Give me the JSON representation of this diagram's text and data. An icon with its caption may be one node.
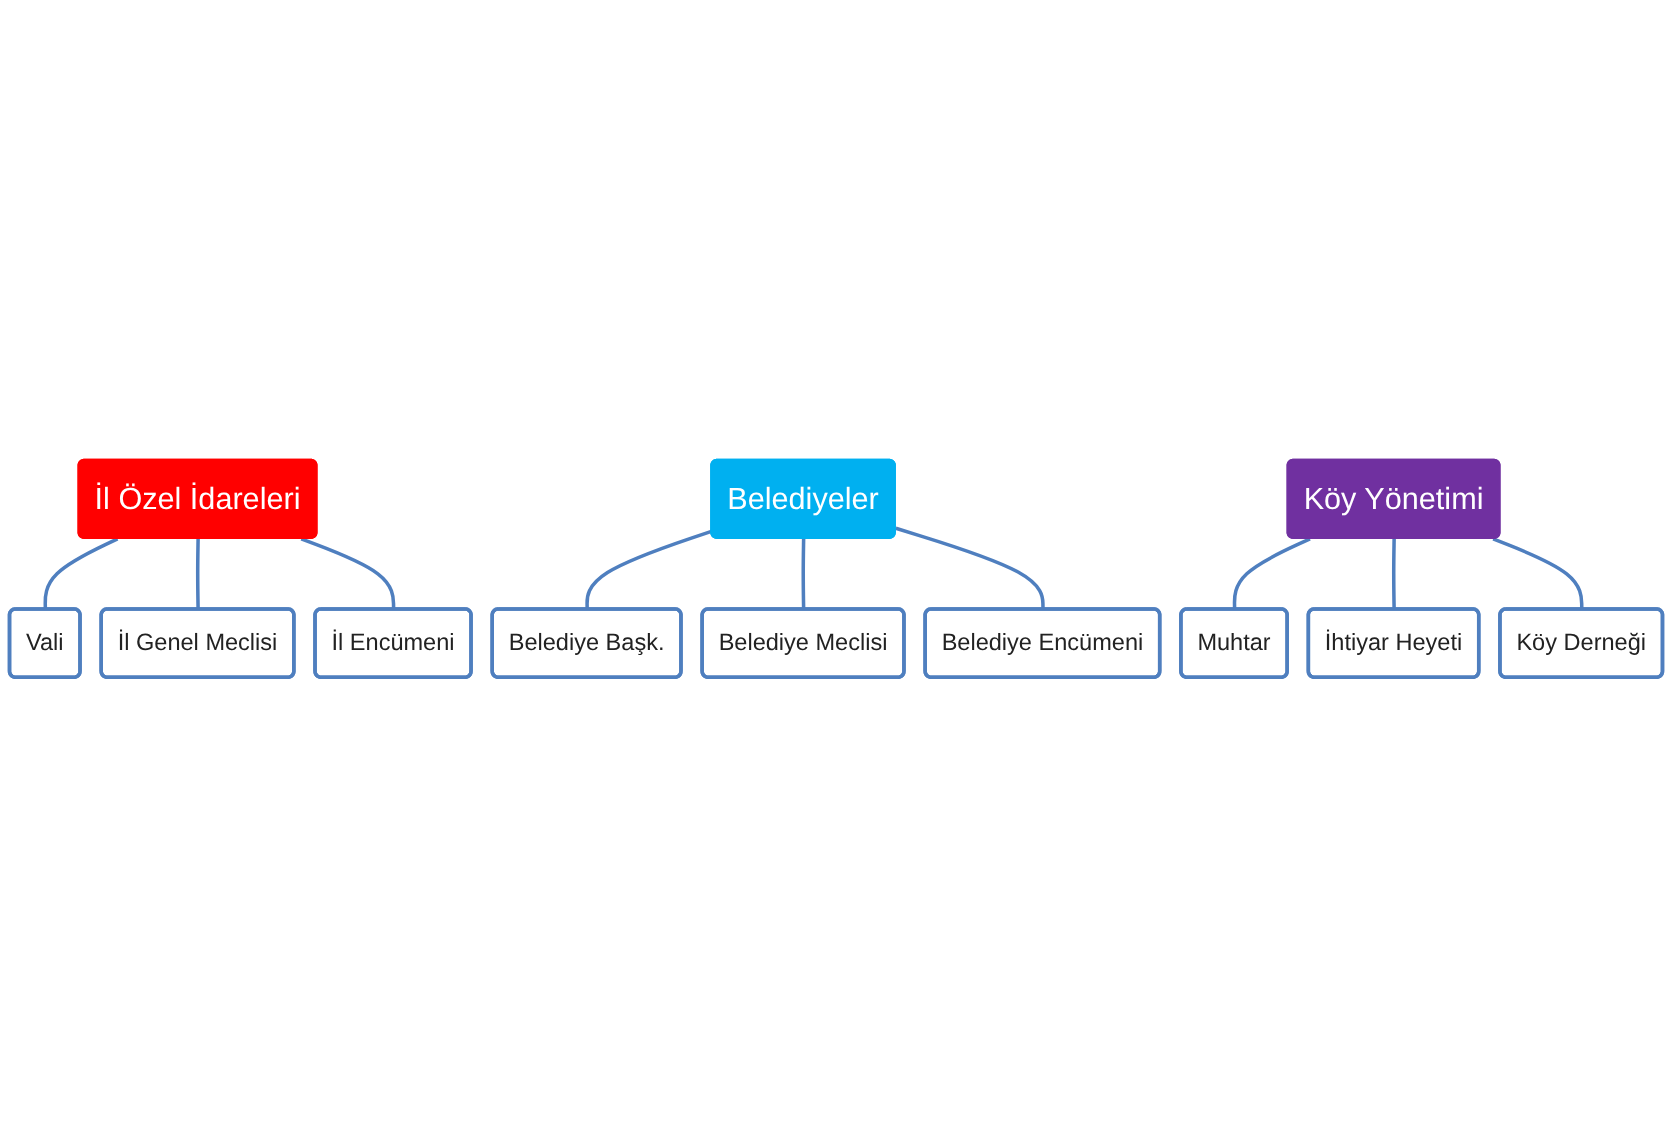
{
  "diagram": {
    "nodes": [
      {
        "text": [
          "İl Özel İdareleri"
        ]
      },
      {
        "text": [
          "Vali"
        ]
      },
      {
        "text": [
          "İl Genel Meclisi"
        ]
      },
      {
        "text": [
          "İl Encümeni"
        ]
      },
      {
        "text": [
          "Belediyeler"
        ]
      },
      {
        "text": [
          "Belediye Başk."
        ]
      },
      {
        "text": [
          "Belediye Meclisi"
        ]
      },
      {
        "text": [
          "Belediye Encümeni"
        ]
      },
      {
        "text": [
          "Köy Yönetimi"
        ]
      },
      {
        "text": [
          "Muhtar"
        ]
      },
      {
        "text": [
          "İhtiyar Heyeti"
        ]
      },
      {
        "text": [
          "Köy Derneği"
        ]
      }
    ],
    "edges": [
      {
        "from": 0,
        "to": 1,
        "arrow": "none"
      },
      {
        "from": 0,
        "to": 2,
        "arrow": "none"
      },
      {
        "from": 0,
        "to": 3,
        "arrow": "none"
      },
      {
        "from": 4,
        "to": 5,
        "arrow": "none"
      },
      {
        "from": 4,
        "to": 6,
        "arrow": "none"
      },
      {
        "from": 4,
        "to": 7,
        "arrow": "none"
      },
      {
        "from": 8,
        "to": 9,
        "arrow": "none"
      },
      {
        "from": 8,
        "to": 10,
        "arrow": "none"
      },
      {
        "from": 8,
        "to": 11,
        "arrow": "none"
      }
    ]
  }
}
